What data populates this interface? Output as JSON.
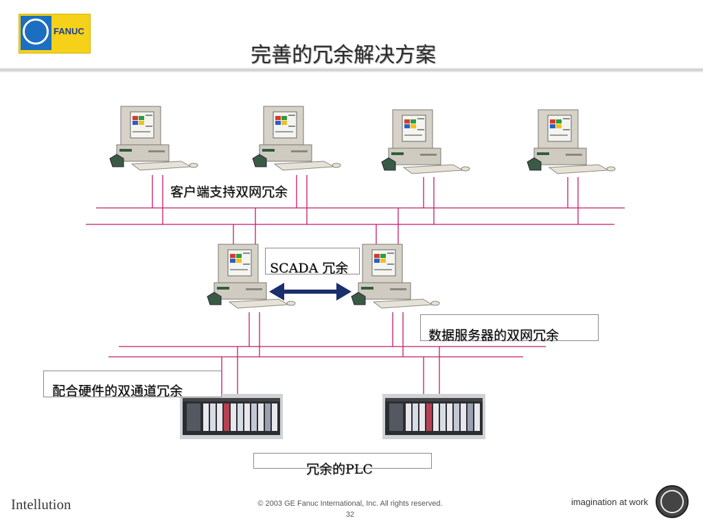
{
  "slide": {
    "title": "完善的冗余解决方案",
    "logo_text": "FANUC",
    "labels": {
      "clients": "客户端支持双网冗余",
      "scada": "SCADA 冗余",
      "data_servers": "数据服务器的双网冗余",
      "hardware": "配合硬件的双通道冗余",
      "plc": "冗余的PLC"
    },
    "footer": {
      "copyright": "© 2003 GE Fanuc International, Inc. All rights reserved.",
      "page_number": "32",
      "intellution": "Intellution",
      "tagline": "imagination at work"
    }
  }
}
